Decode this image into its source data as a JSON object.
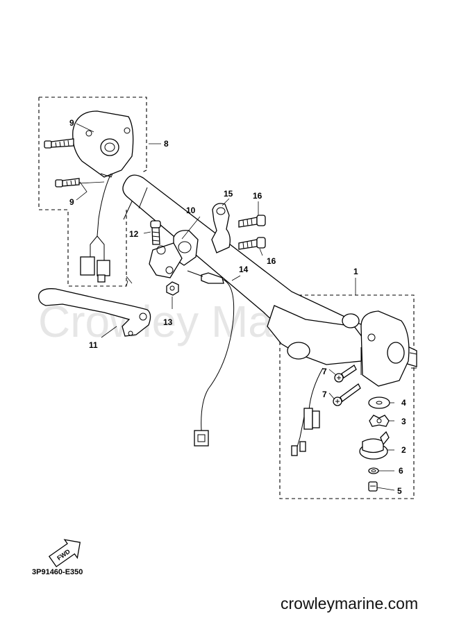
{
  "watermark": "Crowley Marine",
  "callouts": {
    "c1": "1",
    "c2": "2",
    "c3": "3",
    "c4": "4",
    "c5": "5",
    "c6": "6",
    "c7a": "7",
    "c7b": "7",
    "c8": "8",
    "c9a": "9",
    "c9b": "9",
    "c10": "10",
    "c11": "11",
    "c12": "12",
    "c13": "13",
    "c14": "14",
    "c15": "15",
    "c16a": "16",
    "c16b": "16"
  },
  "fwd_label": "FWD",
  "diagram_code": "3P91460-E350",
  "site_url": "crowleymarine.com",
  "colors": {
    "line": "#000000",
    "watermark": "#e6e6e6",
    "background": "#ffffff"
  }
}
